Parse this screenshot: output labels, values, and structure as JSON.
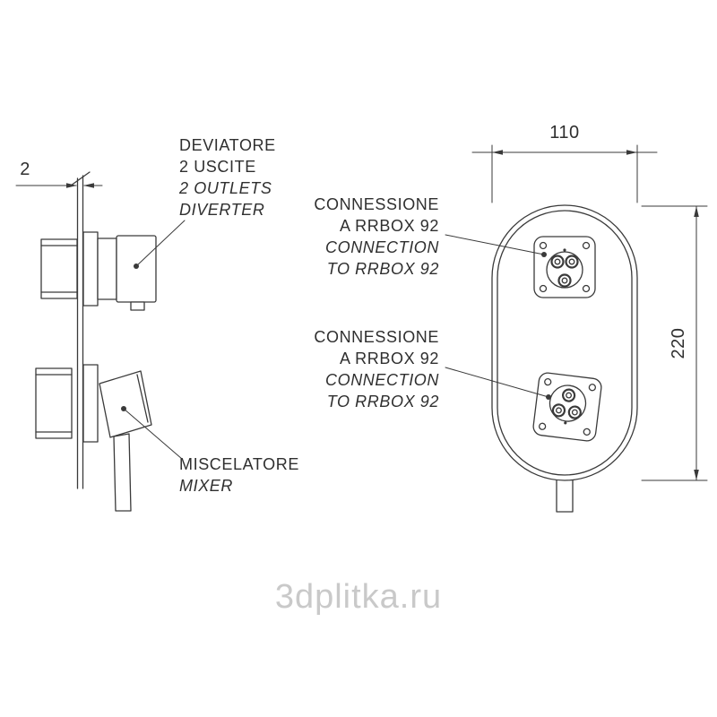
{
  "side_view": {
    "plate_thickness_dim": "2",
    "diverter_label": {
      "l1": "DEVIATORE",
      "l2": "2 USCITE",
      "l3": "2 OUTLETS",
      "l4": "DIVERTER"
    },
    "mixer_label": {
      "l1": "MISCELATORE",
      "l2": "MIXER"
    }
  },
  "front_view": {
    "width_dim": "110",
    "height_dim": "220",
    "connection_top_label": {
      "l1": "CONNESSIONE",
      "l2": "A RRBOX 92",
      "l3": "CONNECTION",
      "l4": "TO RRBOX 92"
    },
    "connection_bottom_label": {
      "l1": "CONNESSIONE",
      "l2": "A RRBOX 92",
      "l3": "CONNECTION",
      "l4": "TO RRBOX 92"
    }
  },
  "watermark": "3dplitka.ru",
  "colors": {
    "line": "#3a3a3a",
    "text": "#2f2f2f",
    "watermark": "#c9c9c9"
  }
}
